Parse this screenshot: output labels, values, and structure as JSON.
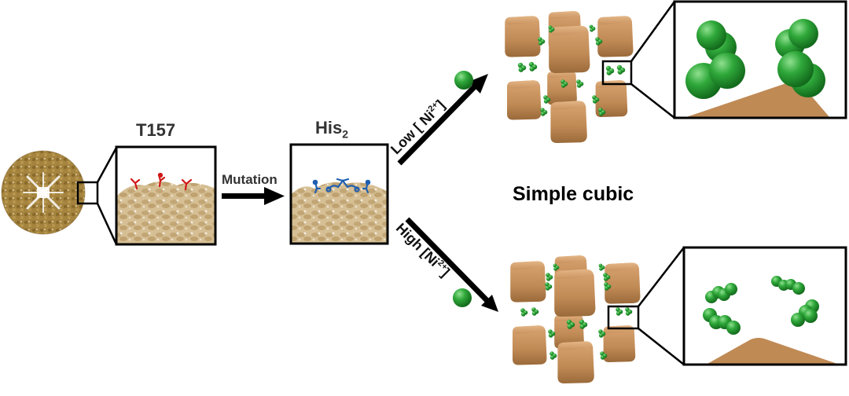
{
  "labels": {
    "wildtype": "T157",
    "mutant_base": "His",
    "mutant_sub": "2",
    "mutation_arrow": "Mutation",
    "low_prefix": "Low [ Ni",
    "low_sup": "2+",
    "low_suffix": "]",
    "high_prefix": "High [Ni",
    "high_sup": "2+",
    "high_suffix": "]",
    "lattice": "Simple cubic"
  },
  "colors": {
    "protein": "#c8aa78",
    "protein_dark": "#8a6a30",
    "cube": "#c08a55",
    "nickel": "#2fa83a",
    "wt_residue": "#d01818",
    "his_residue": "#1f5fb0",
    "frame": "#000000"
  }
}
